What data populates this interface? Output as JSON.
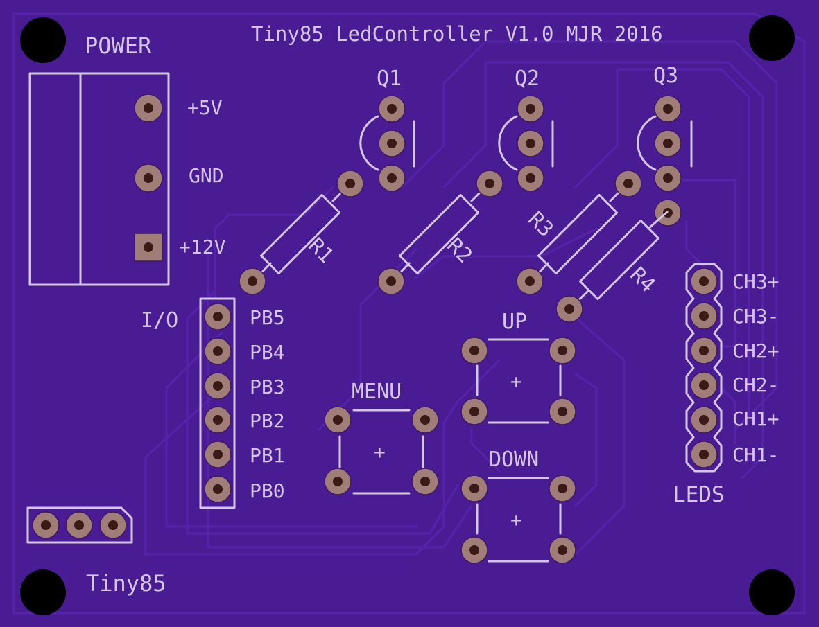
{
  "board": {
    "title": "Tiny85 LedController V1.0 MJR 2016",
    "colors": {
      "substrate": "#4a1c94",
      "trace": "#5522aa",
      "silkscreen": "#d6c6e6",
      "pad": "#a07d76",
      "mounting_hole": "#000000"
    }
  },
  "power": {
    "label": "POWER",
    "pins": [
      "+5V",
      "GND",
      "+12V"
    ]
  },
  "transistors": [
    "Q1",
    "Q2",
    "Q3"
  ],
  "resistors": [
    "R1",
    "R2",
    "R3",
    "R4"
  ],
  "io": {
    "label": "I/O",
    "pins": [
      "PB5",
      "PB4",
      "PB3",
      "PB2",
      "PB1",
      "PB0"
    ]
  },
  "buttons": {
    "menu": "MENU",
    "up": "UP",
    "down": "DOWN",
    "symbol": "+"
  },
  "leds": {
    "label": "LEDS",
    "pins": [
      "CH3+",
      "CH3-",
      "CH2+",
      "CH2-",
      "CH1+",
      "CH1-"
    ]
  },
  "chip": {
    "label": "Tiny85"
  }
}
